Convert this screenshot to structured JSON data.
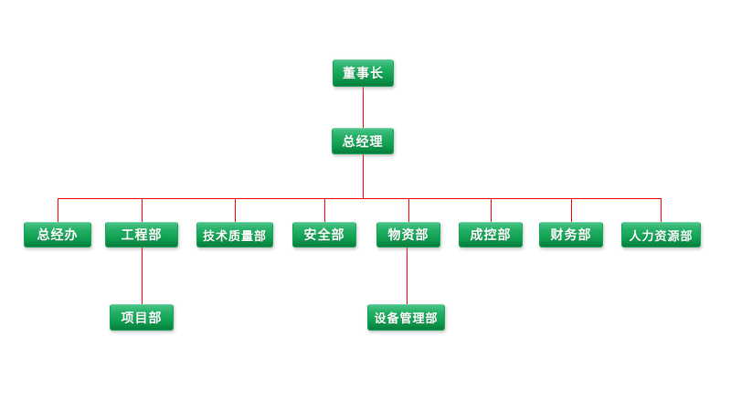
{
  "page": {
    "background_color": "#ffffff"
  },
  "org_chart": {
    "type": "org-tree",
    "connector_color": "#ff0000",
    "node_style": {
      "fill_top": "#4cc389",
      "fill_bottom": "#097c3d",
      "text_color": "#ffffff"
    },
    "nodes": [
      {
        "id": "chairman",
        "label": "董事长",
        "parent": null
      },
      {
        "id": "general-manager",
        "label": "总经理",
        "parent": "董事长"
      },
      {
        "id": "general-office",
        "label": "总经办",
        "parent": "总经理"
      },
      {
        "id": "engineering",
        "label": "工程部",
        "parent": "总经理"
      },
      {
        "id": "tech-quality",
        "label": "技术质量部",
        "parent": "总经理"
      },
      {
        "id": "safety",
        "label": "安全部",
        "parent": "总经理"
      },
      {
        "id": "materials",
        "label": "物资部",
        "parent": "总经理"
      },
      {
        "id": "cost-control",
        "label": "成控部",
        "parent": "总经理"
      },
      {
        "id": "finance",
        "label": "财务部",
        "parent": "总经理"
      },
      {
        "id": "human-resources",
        "label": "人力资源部",
        "parent": "总经理"
      },
      {
        "id": "project",
        "label": "项目部",
        "parent": "工程部"
      },
      {
        "id": "equipment-mgmt",
        "label": "设备管理部",
        "parent": "物资部"
      }
    ]
  }
}
